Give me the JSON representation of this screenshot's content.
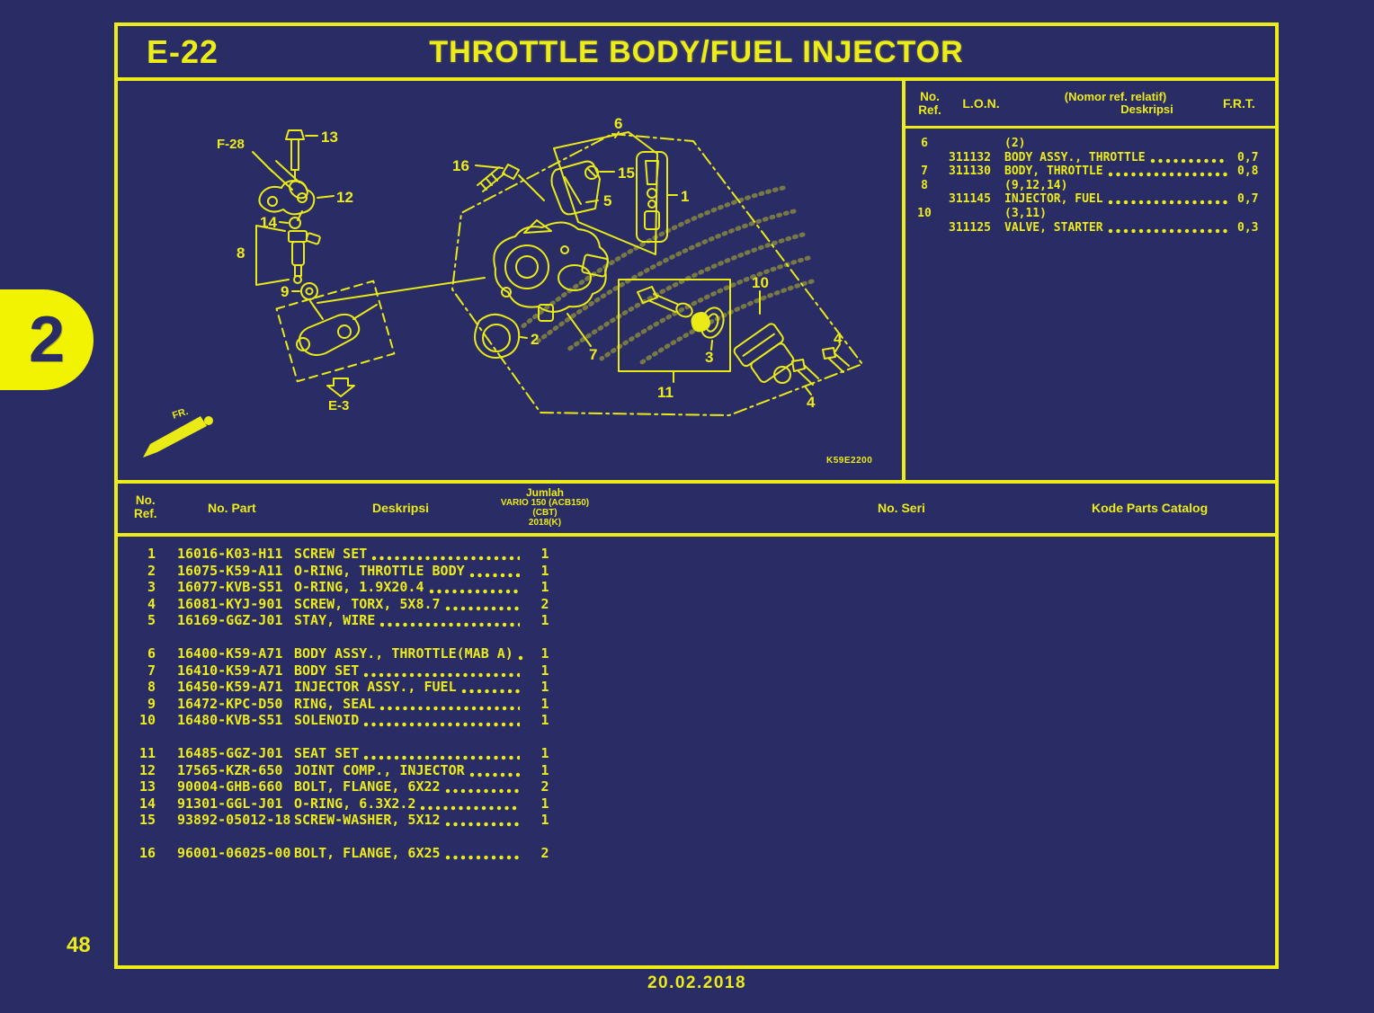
{
  "page": {
    "section_code": "E-22",
    "title": "THROTTLE BODY/FUEL INJECTOR",
    "tab_number": "2",
    "page_number": "48",
    "date": "20.02.2018",
    "colors": {
      "background": "#2a2c66",
      "accent_yellow": "#ecec18",
      "tab_yellow": "#f2f303"
    }
  },
  "frt_table": {
    "header": {
      "ref_line1": "No.",
      "ref_line2": "Ref.",
      "lon": "L.O.N.",
      "desc_line1": "(Nomor ref. relatif)",
      "desc_line2": "Deskripsi",
      "frt": "F.R.T."
    },
    "rows": [
      {
        "ref": "6",
        "lon": "",
        "desc": "(2)",
        "frt": ""
      },
      {
        "ref": "",
        "lon": "311132",
        "desc": "BODY ASSY., THROTTLE",
        "frt": "0,7"
      },
      {
        "ref": "7",
        "lon": "311130",
        "desc": "BODY, THROTTLE",
        "frt": "0,8"
      },
      {
        "ref": "8",
        "lon": "",
        "desc": "(9,12,14)",
        "frt": ""
      },
      {
        "ref": "",
        "lon": "311145",
        "desc": "INJECTOR, FUEL",
        "frt": "0,7"
      },
      {
        "ref": "10",
        "lon": "",
        "desc": "(3,11)",
        "frt": ""
      },
      {
        "ref": "",
        "lon": "311125",
        "desc": "VALVE, STARTER",
        "frt": "0,3"
      }
    ]
  },
  "parts_table": {
    "header": {
      "ref_line1": "No.",
      "ref_line2": "Ref.",
      "part": "No. Part",
      "desc": "Deskripsi",
      "qty_line1": "Jumlah",
      "qty_line2": "VARIO 150 (ACB150)",
      "qty_line3": "(CBT)",
      "qty_line4": "2018(K)",
      "seri": "No. Seri",
      "kode": "Kode Parts Catalog"
    },
    "groups": [
      [
        {
          "ref": "1",
          "part": "16016-K03-H11",
          "desc": "SCREW SET",
          "qty": "1"
        },
        {
          "ref": "2",
          "part": "16075-K59-A11",
          "desc": "O-RING, THROTTLE BODY",
          "qty": "1"
        },
        {
          "ref": "3",
          "part": "16077-KVB-S51",
          "desc": "O-RING, 1.9X20.4",
          "qty": "1"
        },
        {
          "ref": "4",
          "part": "16081-KYJ-901",
          "desc": "SCREW, TORX, 5X8.7",
          "qty": "2"
        },
        {
          "ref": "5",
          "part": "16169-GGZ-J01",
          "desc": "STAY, WIRE",
          "qty": "1"
        }
      ],
      [
        {
          "ref": "6",
          "part": "16400-K59-A71",
          "desc": "BODY ASSY., THROTTLE(MAB A)",
          "qty": "1"
        },
        {
          "ref": "7",
          "part": "16410-K59-A71",
          "desc": "BODY SET",
          "qty": "1"
        },
        {
          "ref": "8",
          "part": "16450-K59-A71",
          "desc": "INJECTOR ASSY., FUEL",
          "qty": "1"
        },
        {
          "ref": "9",
          "part": "16472-KPC-D50",
          "desc": "RING, SEAL",
          "qty": "1"
        },
        {
          "ref": "10",
          "part": "16480-KVB-S51",
          "desc": "SOLENOID",
          "qty": "1"
        }
      ],
      [
        {
          "ref": "11",
          "part": "16485-GGZ-J01",
          "desc": "SEAT SET",
          "qty": "1"
        },
        {
          "ref": "12",
          "part": "17565-KZR-650",
          "desc": "JOINT COMP., INJECTOR",
          "qty": "1"
        },
        {
          "ref": "13",
          "part": "90004-GHB-660",
          "desc": "BOLT, FLANGE, 6X22",
          "qty": "2"
        },
        {
          "ref": "14",
          "part": "91301-GGL-J01",
          "desc": "O-RING, 6.3X2.2",
          "qty": "1"
        },
        {
          "ref": "15",
          "part": "93892-05012-18",
          "desc": "SCREW-WASHER, 5X12",
          "qty": "1"
        }
      ],
      [
        {
          "ref": "16",
          "part": "96001-06025-00",
          "desc": "BOLT, FLANGE, 6X25",
          "qty": "2"
        }
      ]
    ]
  },
  "diagram": {
    "watermark_code": "K59E2200",
    "front_label": "FR.",
    "ref_links": {
      "hose": "F-28",
      "intake": "E-3"
    },
    "callouts": [
      "1",
      "2",
      "3",
      "4",
      "5",
      "6",
      "7",
      "8",
      "9",
      "10",
      "11",
      "12",
      "13",
      "14",
      "15",
      "16"
    ]
  }
}
